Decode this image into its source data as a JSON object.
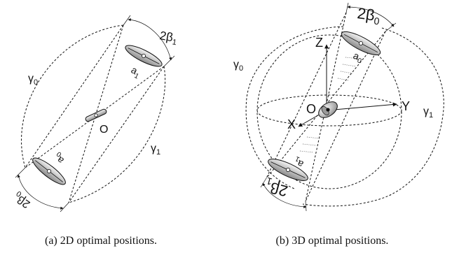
{
  "panel_a": {
    "caption": "(a) 2D optimal positions.",
    "labels": {
      "angle_top": "2β",
      "angle_top_sub": "1",
      "angle_bottom": "2β",
      "angle_bottom_sub": "0",
      "antenna_top": "a",
      "antenna_top_sub": "1",
      "antenna_bottom": "a",
      "antenna_bottom_sub": "0",
      "gamma_left": "γ",
      "gamma_left_sub": "0",
      "gamma_right": "γ",
      "gamma_right_sub": "1",
      "origin": "O"
    }
  },
  "panel_b": {
    "caption": "(b) 3D optimal positions.",
    "labels": {
      "angle_top": "2β",
      "angle_top_sub": "0",
      "angle_bottom": "2β",
      "angle_bottom_sub": "1",
      "antenna_top": "a",
      "antenna_top_sub": "0",
      "antenna_bottom": "a",
      "antenna_bottom_sub": "1",
      "gamma_left": "γ",
      "gamma_left_sub": "0",
      "gamma_right": "γ",
      "gamma_right_sub": "1",
      "origin": "O",
      "axis_x": "X",
      "axis_y": "Y",
      "axis_z": "Z"
    }
  }
}
